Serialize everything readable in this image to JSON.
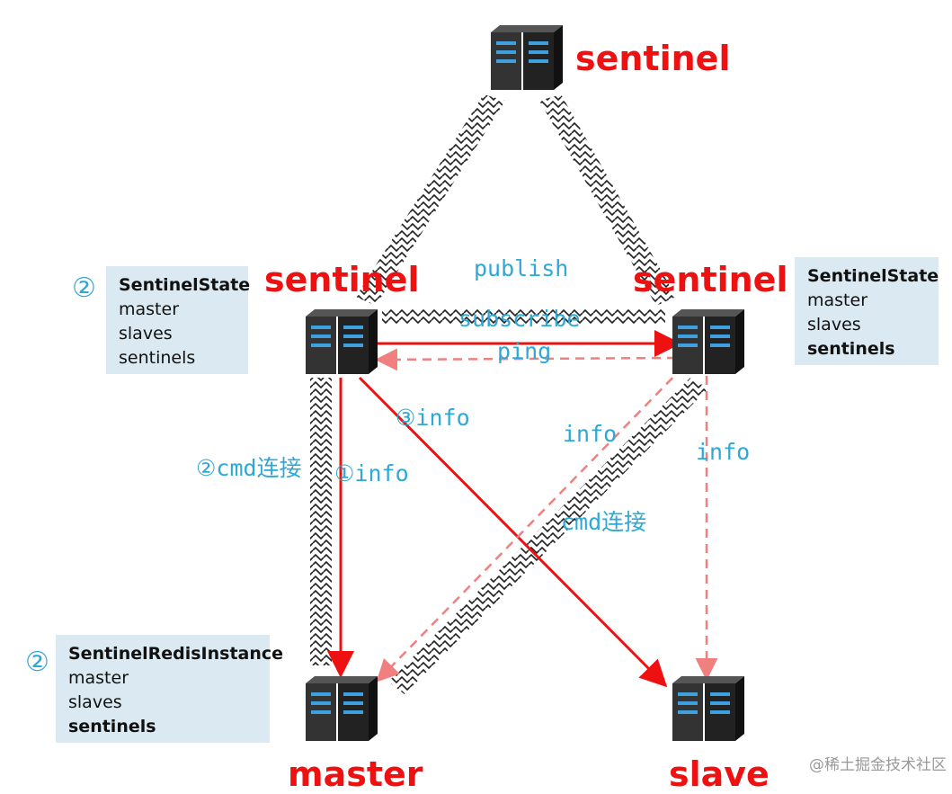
{
  "nodes": {
    "top_sentinel": "sentinel",
    "left_sentinel": "sentinel",
    "right_sentinel": "sentinel",
    "master": "master",
    "slave": "slave"
  },
  "boxes": {
    "left": {
      "marker": "②",
      "title": "SentinelState",
      "lines": [
        "master",
        "slaves",
        "sentinels"
      ]
    },
    "right": {
      "title": "SentinelState",
      "lines": [
        "master",
        "slaves"
      ],
      "bold_line": "sentinels"
    },
    "bottom": {
      "marker": "②",
      "title": "SentinelRedisInstance",
      "lines": [
        "master",
        "slaves"
      ],
      "bold_line": "sentinels"
    }
  },
  "edge_labels": {
    "publish": "publish",
    "subscribe": "subscribe",
    "ping": "ping",
    "info_3": "③info",
    "cmd_2": "②cmd连接",
    "info_1": "①info",
    "info_cross": "info",
    "info_right": "info",
    "cmd_cross": "cmd连接"
  },
  "watermark": "@稀土掘金技术社区",
  "colors": {
    "red": "#ee1111",
    "label_blue": "#2fa8d6",
    "box_bg": "#dbeaf2"
  }
}
